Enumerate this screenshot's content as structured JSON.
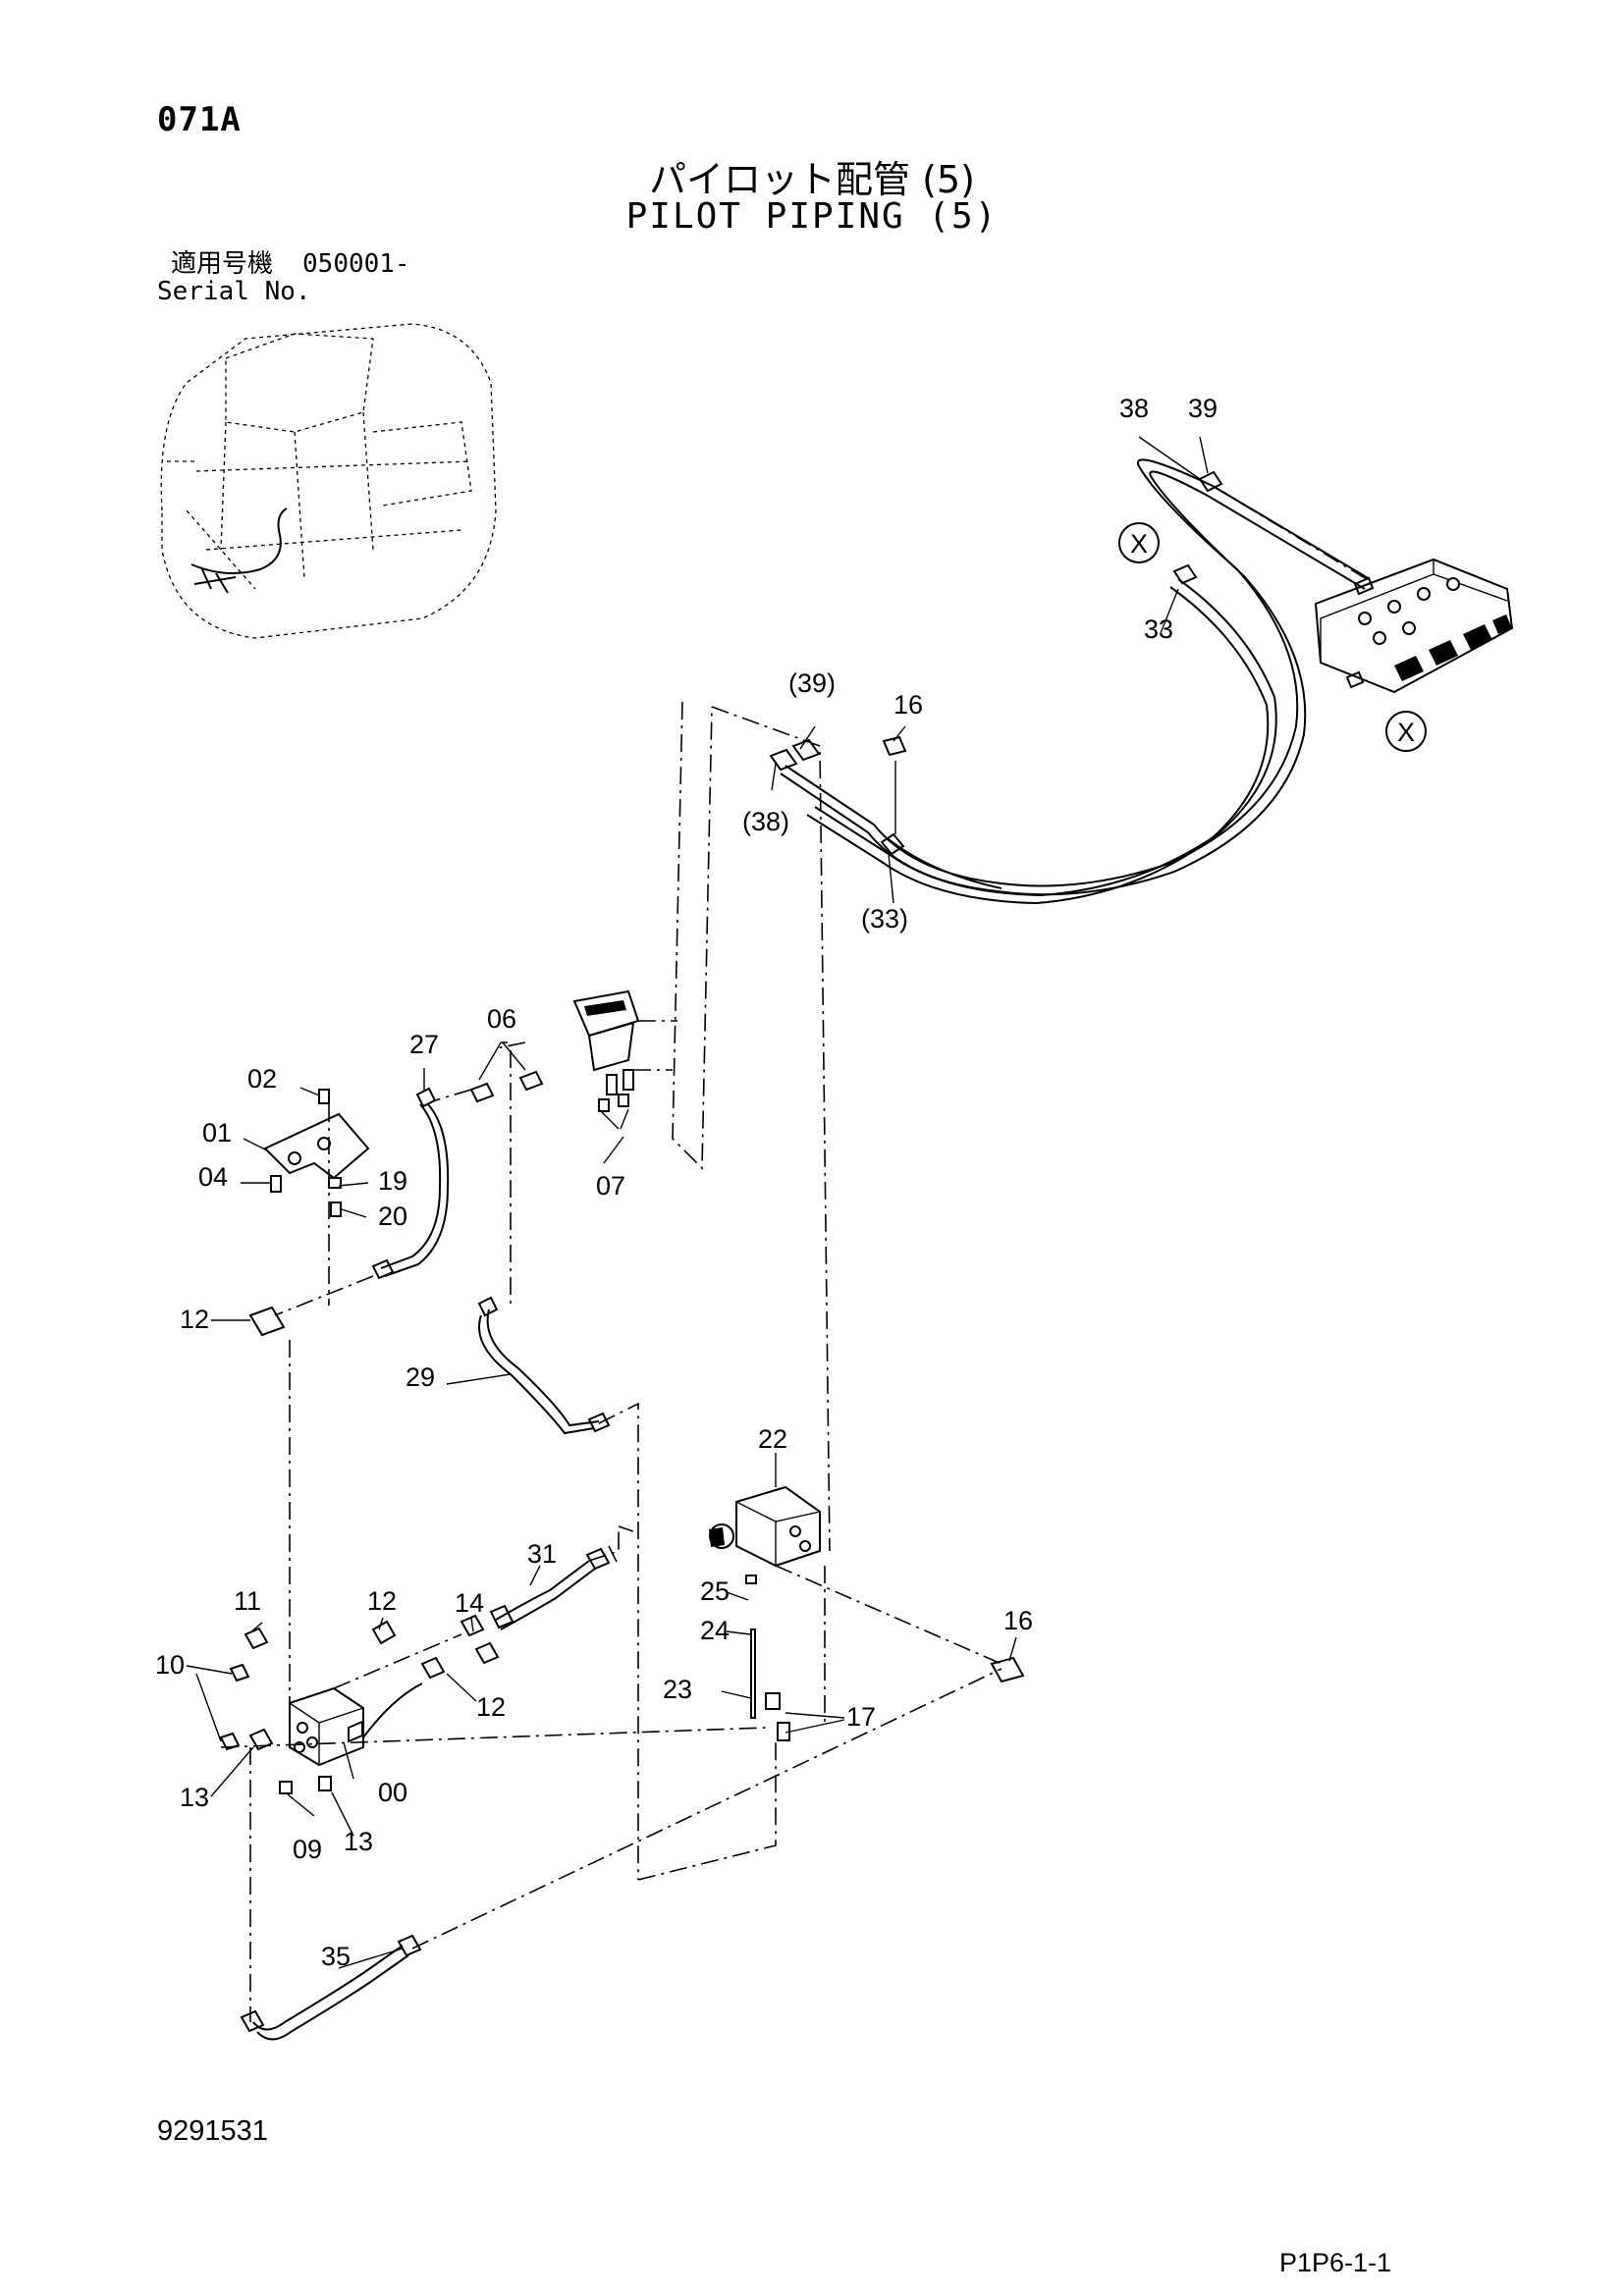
{
  "header": {
    "page_code": "071A",
    "title_jp": "パイロット配管 (5)",
    "title_en": "PILOT PIPING (5)",
    "serial_label_jp": "適用号機",
    "serial_value": "050001-",
    "serial_label_en": "Serial No."
  },
  "footer": {
    "doc_number": "9291531",
    "sheet_ref": "P1P6-1-1"
  },
  "callouts": {
    "c38": "38",
    "c39": "39",
    "c33": "33",
    "x1": "X",
    "x2": "X",
    "c39p": "(39)",
    "c16a": "16",
    "c38p": "(38)",
    "c33p": "(33)",
    "c06": "06",
    "c27": "27",
    "c02": "02",
    "c01": "01",
    "c04": "04",
    "c19": "19",
    "c20": "20",
    "c07": "07",
    "c12a": "12",
    "c29": "29",
    "c22": "22",
    "c31": "31",
    "c14": "14",
    "c11": "11",
    "c12b": "12",
    "c25": "25",
    "c24": "24",
    "c16b": "16",
    "c10": "10",
    "c23": "23",
    "c17": "17",
    "c12c": "12",
    "c13a": "13",
    "c00": "00",
    "c13b": "13",
    "c09": "09",
    "c35": "35"
  }
}
